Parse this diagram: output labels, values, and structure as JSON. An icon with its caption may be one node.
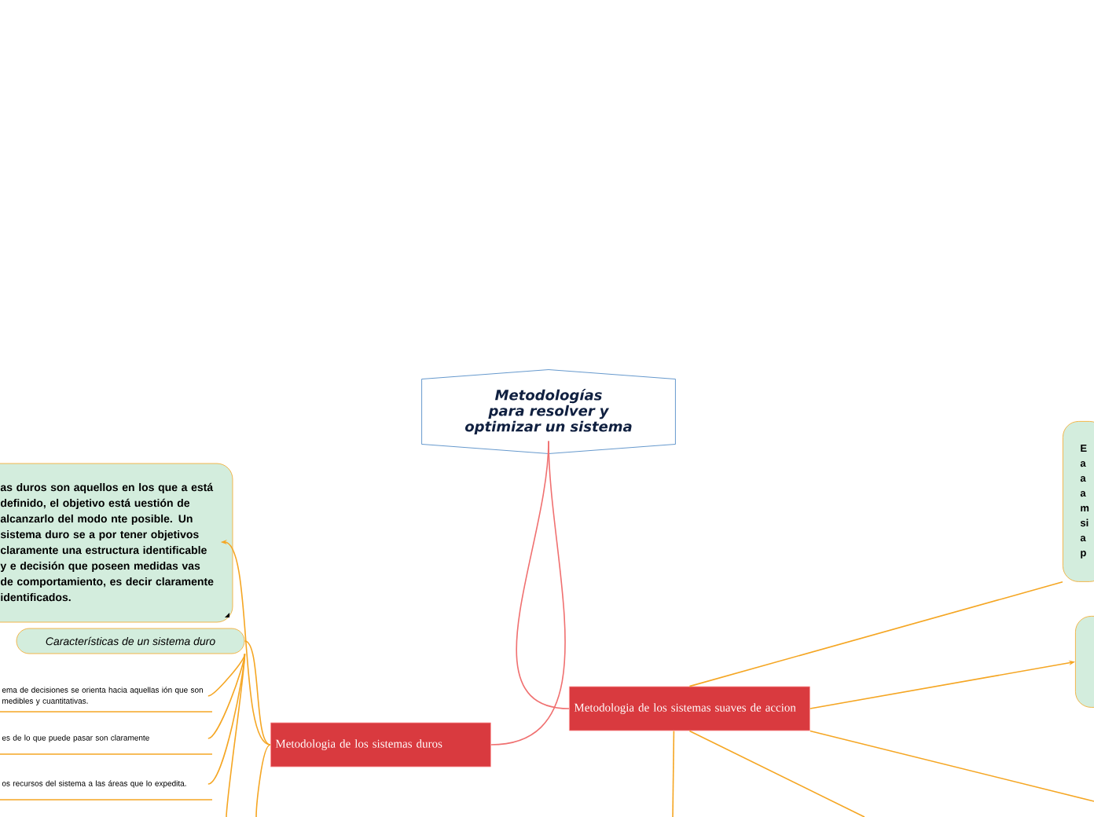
{
  "diagram": {
    "nodes": [
      {
        "text": [
          "Metodologías para resolver y optimizar un sistema"
        ]
      },
      {
        "text": [
          "Metodologia de los sistemas duros"
        ]
      },
      {
        "text": [
          "Metodologia de los sistemas suaves de accion"
        ]
      },
      {
        "text": [
          "as duros son aquellos en los que a está definido, el objetivo está uestión de alcanzarlo del modo nte posible. Un sistema duro se a por tener objetivos claramente una estructura identificable y e decisión que poseen medidas vas de comportamiento, es decir claramente identificados."
        ]
      },
      {
        "text": [
          "Características de un sistema duro"
        ]
      },
      {
        "text": [
          "ema de decisiones se orienta hacia aquellas ión que son medibles y cuantitativas."
        ]
      },
      {
        "text": [
          "es de lo que puede pasar son claramente"
        ]
      },
      {
        "text": [
          "os recursos del sistema a las áreas que lo expedita."
        ]
      },
      {
        "text": [
          "E a a a m si a p"
        ]
      },
      {
        "text": [],
        "shape": "box"
      }
    ],
    "edges": [
      {
        "from": 0,
        "to": 1,
        "arrow": "none",
        "color": "#f07070"
      },
      {
        "from": 0,
        "to": 2,
        "arrow": "none",
        "color": "#f07070"
      },
      {
        "from": 2,
        "to": 8,
        "arrow": "none"
      },
      {
        "from": 2,
        "to": 9,
        "arrow": "to"
      },
      {
        "from": 2,
        "to": null,
        "arrow": "none"
      },
      {
        "from": 2,
        "to": null,
        "arrow": "none"
      },
      {
        "from": 2,
        "to": null,
        "arrow": "none"
      },
      {
        "from": 1,
        "to": 3,
        "arrow": "to"
      },
      {
        "from": 1,
        "to": 4,
        "arrow": "none"
      },
      {
        "from": 1,
        "to": null,
        "arrow": "none"
      },
      {
        "from": 4,
        "to": 5,
        "arrow": "none"
      },
      {
        "from": 4,
        "to": 6,
        "arrow": "none"
      },
      {
        "from": 4,
        "to": 7,
        "arrow": "none"
      },
      {
        "from": 4,
        "to": null,
        "arrow": "none"
      }
    ]
  }
}
